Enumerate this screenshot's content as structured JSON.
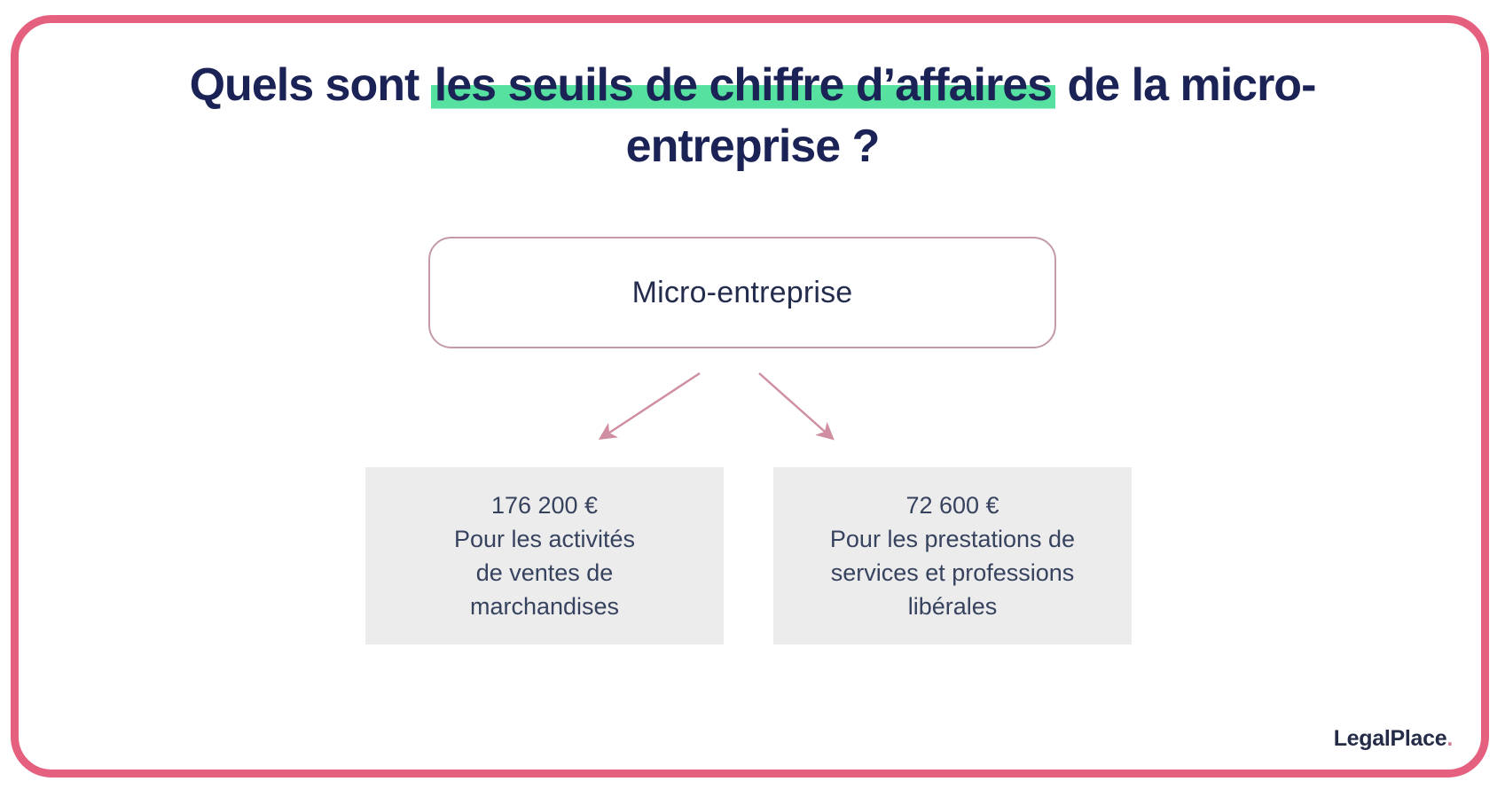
{
  "colors": {
    "frame_border": "#e5607f",
    "title_text": "#1b2356",
    "title_highlight": "#57e1a1",
    "root_box_border": "#c39ba6",
    "card_background": "#ececec",
    "card_text": "#36425e",
    "arrow": "#cf8fa0",
    "logo_text": "#242c47",
    "logo_dot": "#cf8093"
  },
  "title": {
    "pre": "Quels sont ",
    "highlight": "les seuils de chiffre d’affaires",
    "post": " de la micro-",
    "line2": "entreprise ?"
  },
  "root_node": {
    "label": "Micro-entreprise"
  },
  "branches": [
    {
      "amount": "176 200 €",
      "lines": [
        "Pour les activités",
        "de ventes de",
        "marchandises"
      ]
    },
    {
      "amount": "72 600 €",
      "lines": [
        "Pour les prestations de",
        "services et professions",
        "libérales"
      ]
    }
  ],
  "logo": {
    "text": "LegalPlace",
    "dot": "."
  }
}
